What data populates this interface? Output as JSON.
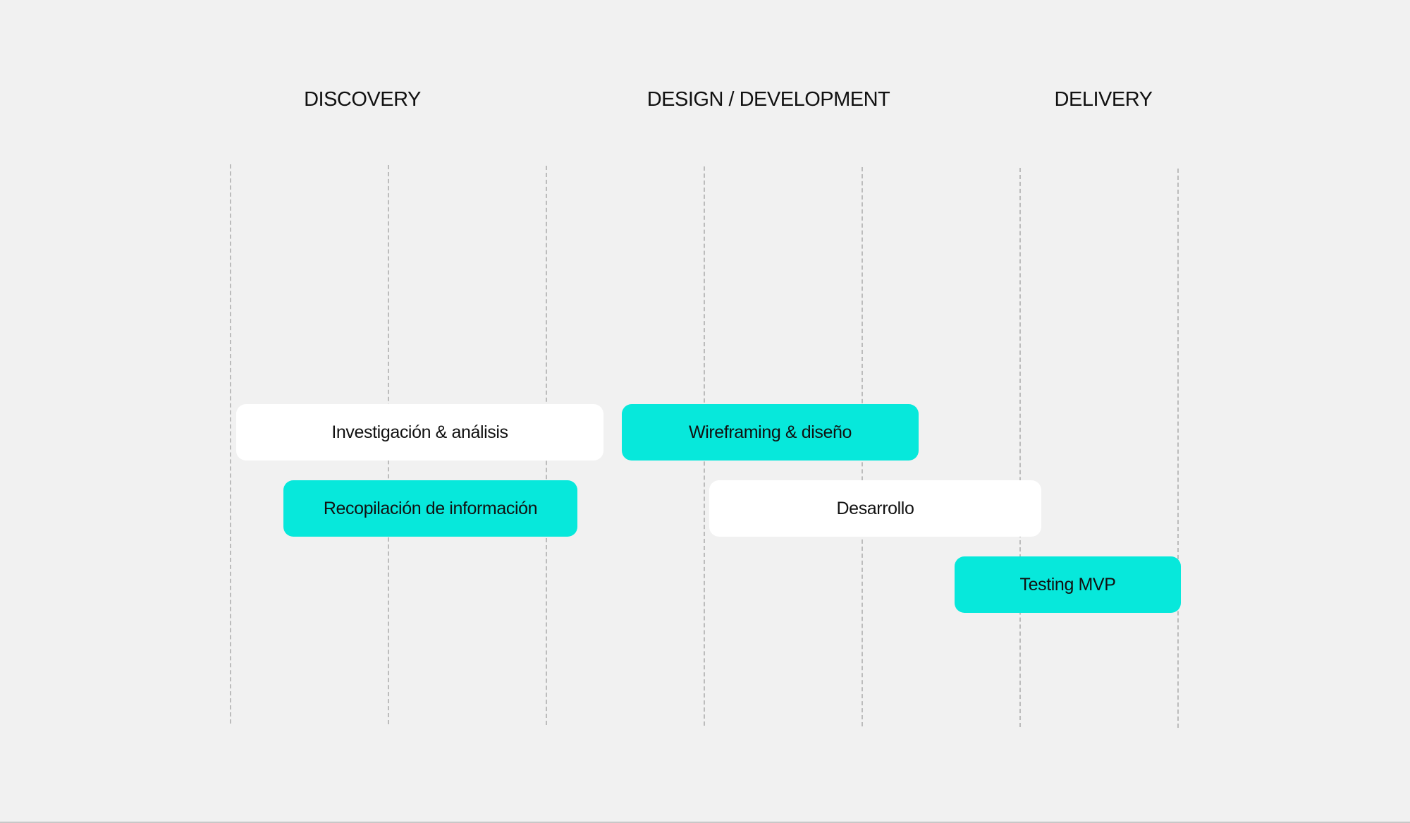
{
  "phases": [
    {
      "label": "DISCOVERY"
    },
    {
      "label": "DESIGN / DEVELOPMENT"
    },
    {
      "label": "DELIVERY"
    }
  ],
  "tasks": [
    {
      "label": "Investigación & análisis",
      "color": "#ffffff"
    },
    {
      "label": "Wireframing & diseño",
      "color": "#07e8db"
    },
    {
      "label": "Recopilación de información",
      "color": "#07e8db"
    },
    {
      "label": "Desarrollo",
      "color": "#ffffff"
    },
    {
      "label": "Testing MVP",
      "color": "#07e8db"
    }
  ],
  "colors": {
    "background": "#f1f1f1",
    "accent": "#07e8db",
    "neutral_bar": "#ffffff",
    "gridline": "#bcbcbc",
    "text": "#111111"
  }
}
